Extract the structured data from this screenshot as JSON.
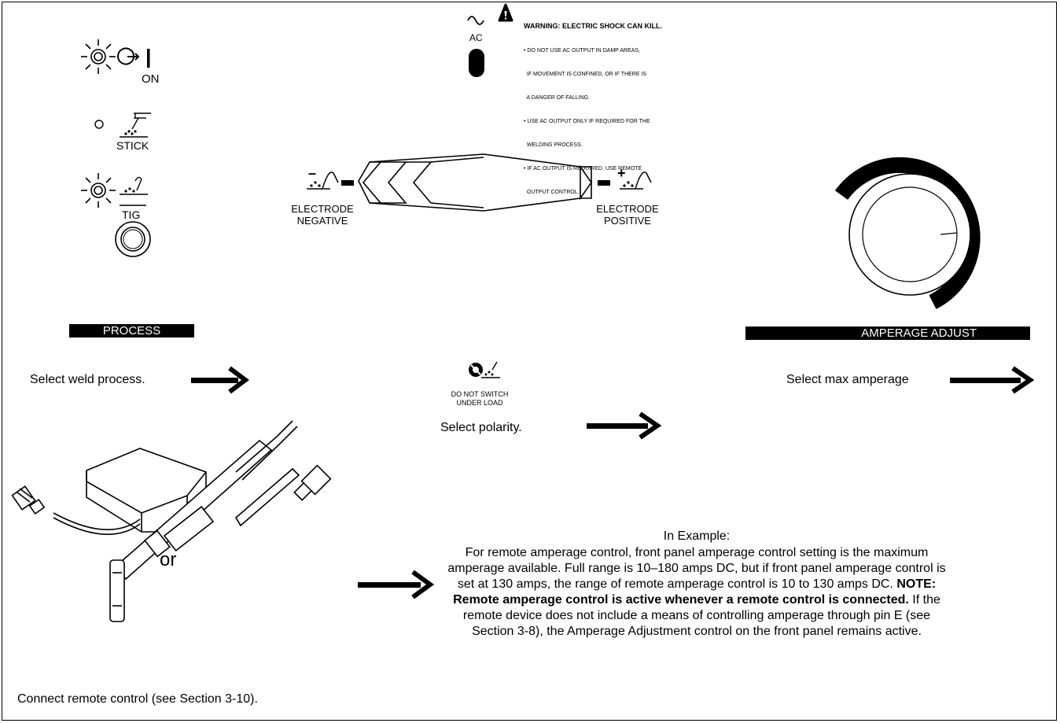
{
  "power": {
    "on_label": "ON"
  },
  "process": {
    "stick_label": "STICK",
    "tig_label": "TIG",
    "bar_label": "PROCESS",
    "instruction": "Select weld process."
  },
  "ac": {
    "label": "AC",
    "warning_title": "WARNING:  ELECTRIC SHOCK CAN KILL.",
    "warning_lines": [
      "• DO NOT USE AC OUTPUT IN DAMP AREAS,",
      "  IF MOVEMENT IS CONFINED, OR IF THERE IS",
      "  A DANGER OF FALLING.",
      "• USE AC OUTPUT ONLY IF REQUIRED FOR THE",
      "  WELDING PROCESS.",
      "• IF AC OUTPUT IS REQUIRED, USE REMOTE",
      "  OUTPUT CONTROL."
    ]
  },
  "polarity": {
    "negative_line1": "ELECTRODE",
    "negative_line2": "NEGATIVE",
    "positive_line1": "ELECTRODE",
    "positive_line2": "POSITIVE",
    "minus_sign": "–",
    "plus_sign": "+",
    "caution_line1": "DO NOT SWITCH",
    "caution_line2": "UNDER LOAD",
    "instruction": "Select polarity."
  },
  "amperage": {
    "bar_label": "AMPERAGE ADJUST",
    "instruction": "Select max amperage"
  },
  "remote": {
    "or_label": "or",
    "instruction": "Connect remote control (see Section 3-10)."
  },
  "example": {
    "heading": "In Example:",
    "text_part1": "For remote amperage control, front panel amperage control setting is the maximum amperage available. Full range is 10–180 amps DC, but if front panel amperage control is set at 130 amps, the range of remote amperage control is 10 to 130 amps DC. ",
    "text_bold": "NOTE: Remote amperage control is active whenever a remote control is connected.",
    "text_part2": " If the remote device does not include a means of controlling amperage through pin E (see Section 3-8), the Amperage Adjustment control on the front panel remains active."
  }
}
